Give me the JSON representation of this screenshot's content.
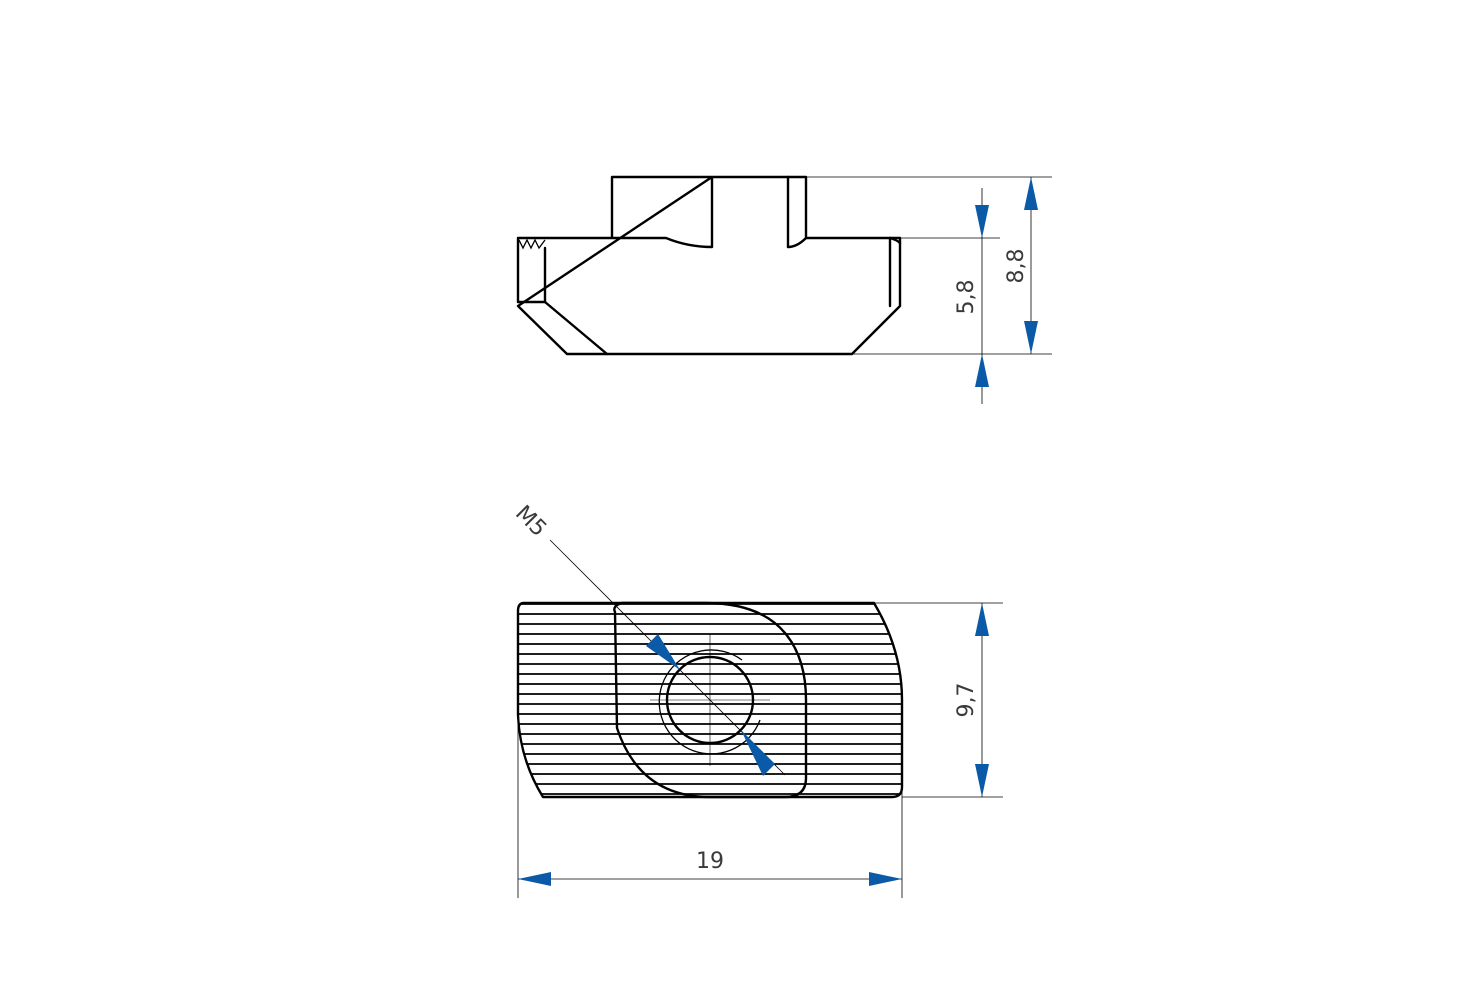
{
  "colors": {
    "line": "#000000",
    "dimension_arrow": "#0b5aa8",
    "dimension_text": "#3a3a3a",
    "background": "#ffffff"
  },
  "dimensions": {
    "inner_height": "5,8",
    "total_height": "8,8",
    "width": "9,7",
    "length": "19",
    "thread": "M5"
  }
}
